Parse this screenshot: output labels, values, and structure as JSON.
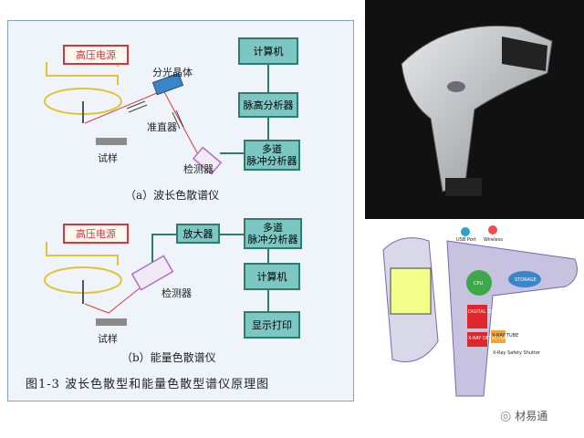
{
  "wds": {
    "power_supply": "高压电源",
    "crystal": "分光晶体",
    "collimator": "准直器",
    "sample": "试样",
    "detector": "检测器",
    "computer": "计算机",
    "pha": "脉高分析器",
    "mca": "多道\n脉冲分析器",
    "caption": "（a）波长色散谱仪"
  },
  "eds": {
    "power_supply": "高压电源",
    "amplifier": "放大器",
    "mca": "多道\n脉冲分析器",
    "detector": "检测器",
    "sample": "试样",
    "computer": "计算机",
    "printer": "显示打印",
    "caption": "（b）能量色散谱仪"
  },
  "figure_caption": "图1-3  波长色散型和能量色散型谱仪原理图",
  "device_diagram": {
    "labels": [
      "USB Port",
      "Wireless",
      "CPU",
      "STORAGE",
      "DIGITAL SIGNAL PROCESSOR",
      "X-RAY DETECTOR",
      "X-RAY TUBE",
      "X-Ray Safety Shutter"
    ]
  },
  "watermark": "材易通",
  "colors": {
    "teal_box": "#7cc6c3",
    "red_box": "#d9343a",
    "panel_bg": "#eef4f9"
  }
}
